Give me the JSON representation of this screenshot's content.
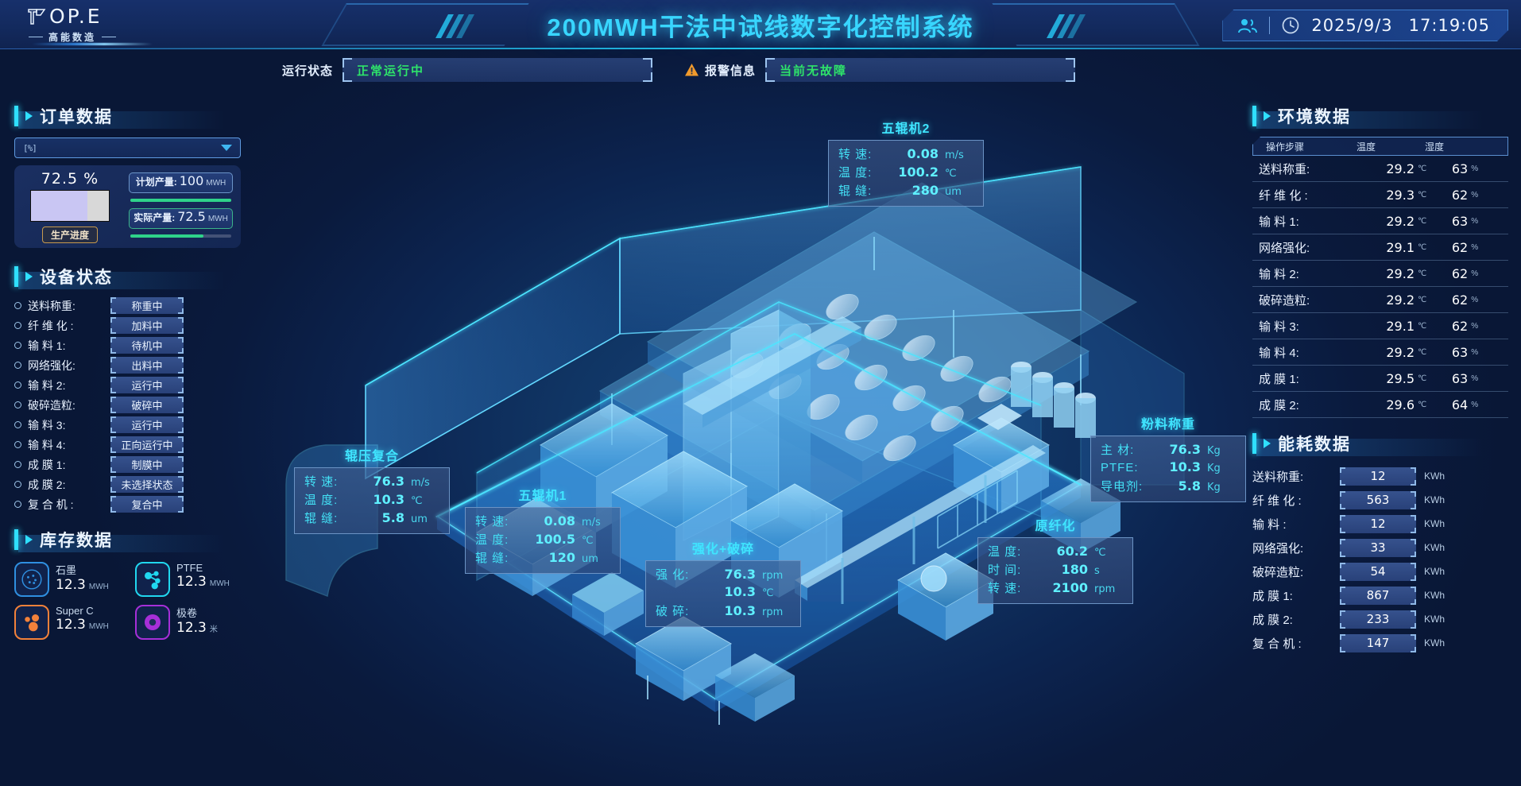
{
  "header": {
    "logo_word": "OP.E",
    "logo_sub": "高能数造",
    "title": "200MWH干法中试线数字化控制系统",
    "date": "2025/9/3",
    "time": "17:19:05"
  },
  "statusbar": {
    "run_label": "运行状态",
    "run_value": "正常运行中",
    "alarm_label": "报警信息",
    "alarm_value": "当前无故障"
  },
  "order": {
    "title": "订单数据",
    "select_value": "[%]",
    "percent": "72.5 %",
    "percent_fill": 72.5,
    "progress_tag": "生产进度",
    "plan_label": "计划产量:",
    "plan_value": "100",
    "plan_unit": "MWH",
    "plan_fill": 100,
    "actual_label": "实际产量:",
    "actual_value": "72.5",
    "actual_unit": "MWH",
    "actual_fill": 72.5
  },
  "equipment": {
    "title": "设备状态",
    "rows": [
      {
        "name": "送料称重:",
        "state": "称重中"
      },
      {
        "name": "纤 维 化 :",
        "state": "加料中"
      },
      {
        "name": "输 料  1:",
        "state": "待机中"
      },
      {
        "name": "网络强化:",
        "state": "出料中"
      },
      {
        "name": "输 料  2:",
        "state": "运行中"
      },
      {
        "name": "破碎造粒:",
        "state": "破碎中"
      },
      {
        "name": "输 料  3:",
        "state": "运行中"
      },
      {
        "name": "输 料  4:",
        "state": "正向运行中"
      },
      {
        "name": "成 膜  1:",
        "state": "制膜中"
      },
      {
        "name": "成 膜  2:",
        "state": "未选择状态"
      },
      {
        "name": "复 合 机 :",
        "state": "复合中"
      }
    ]
  },
  "inventory": {
    "title": "库存数据",
    "items": [
      {
        "name": "石墨",
        "value": "12.3",
        "unit": "MWH",
        "color": "#2f8fe0",
        "icon": "graphite-icon"
      },
      {
        "name": "PTFE",
        "value": "12.3",
        "unit": "MWH",
        "color": "#21d7ef",
        "icon": "molecule-icon"
      },
      {
        "name": "Super C",
        "value": "12.3",
        "unit": "MWH",
        "color": "#f2813a",
        "icon": "particles-icon"
      },
      {
        "name": "极卷",
        "value": "12.3",
        "unit": "米",
        "color": "#a62fd8",
        "icon": "roll-icon"
      }
    ]
  },
  "environment": {
    "title": "环境数据",
    "columns": [
      "操作步骤",
      "温度",
      "湿度"
    ],
    "temp_unit": "℃",
    "hum_unit": "%",
    "rows": [
      {
        "step": "送料称重:",
        "temp": "29.2",
        "hum": "63"
      },
      {
        "step": "纤 维 化 :",
        "temp": "29.3",
        "hum": "62"
      },
      {
        "step": "输 料  1:",
        "temp": "29.2",
        "hum": "63"
      },
      {
        "step": "网络强化:",
        "temp": "29.1",
        "hum": "62"
      },
      {
        "step": "输 料  2:",
        "temp": "29.2",
        "hum": "62"
      },
      {
        "step": "破碎造粒:",
        "temp": "29.2",
        "hum": "62"
      },
      {
        "step": "输 料  3:",
        "temp": "29.1",
        "hum": "62"
      },
      {
        "step": "输 料  4:",
        "temp": "29.2",
        "hum": "63"
      },
      {
        "step": "成 膜  1:",
        "temp": "29.5",
        "hum": "63"
      },
      {
        "step": "成 膜  2:",
        "temp": "29.6",
        "hum": "64"
      }
    ]
  },
  "energy": {
    "title": "能耗数据",
    "unit": "KWh",
    "rows": [
      {
        "name": "送料称重:",
        "value": "12"
      },
      {
        "name": "纤 维 化 :",
        "value": "563"
      },
      {
        "name": "输  料  :",
        "value": "12"
      },
      {
        "name": "网络强化:",
        "value": "33"
      },
      {
        "name": "破碎造粒:",
        "value": "54"
      },
      {
        "name": "成 膜  1:",
        "value": "867"
      },
      {
        "name": "成 膜  2:",
        "value": "233"
      },
      {
        "name": "复 合 机 :",
        "value": "147"
      }
    ]
  },
  "cards": {
    "roller2": {
      "title": "五辊机2",
      "rows": [
        {
          "k": "转 速:",
          "v": "0.08",
          "u": "m/s"
        },
        {
          "k": "温 度:",
          "v": "100.2",
          "u": "℃"
        },
        {
          "k": "辊 缝:",
          "v": "280",
          "u": "um"
        }
      ]
    },
    "roll_press": {
      "title": "辊压复合",
      "rows": [
        {
          "k": "转 速:",
          "v": "76.3",
          "u": "m/s"
        },
        {
          "k": "温 度:",
          "v": "10.3",
          "u": "℃"
        },
        {
          "k": "辊 缝:",
          "v": "5.8",
          "u": "um"
        }
      ]
    },
    "roller1": {
      "title": "五辊机1",
      "rows": [
        {
          "k": "转 速:",
          "v": "0.08",
          "u": "m/s"
        },
        {
          "k": "温 度:",
          "v": "100.5",
          "u": "℃"
        },
        {
          "k": "辊 缝:",
          "v": "120",
          "u": "um"
        }
      ]
    },
    "strengthen_crush": {
      "title": "强化+破碎",
      "rows": [
        {
          "k": "强 化:",
          "v": "76.3",
          "u": "rpm"
        },
        {
          "k": "",
          "v": "10.3",
          "u": "℃"
        },
        {
          "k": "破 碎:",
          "v": "10.3",
          "u": "rpm"
        }
      ]
    },
    "fibrillation": {
      "title": "原纤化",
      "rows": [
        {
          "k": "温 度:",
          "v": "60.2",
          "u": "℃"
        },
        {
          "k": "时 间:",
          "v": "180",
          "u": "s"
        },
        {
          "k": "转 速:",
          "v": "2100",
          "u": "rpm"
        }
      ]
    },
    "powder_weigh": {
      "title": "粉料称重",
      "rows": [
        {
          "k": "主 材:",
          "v": "76.3",
          "u": "Kg"
        },
        {
          "k": "PTFE:",
          "v": "10.3",
          "u": "Kg"
        },
        {
          "k": "导电剂:",
          "v": "5.8",
          "u": "Kg"
        }
      ]
    }
  },
  "colors": {
    "accent_cyan": "#3fe5ff",
    "bg_deep": "#0b1b3d",
    "ok_green": "#2ee36a",
    "warn_orange": "#f09a2c"
  }
}
